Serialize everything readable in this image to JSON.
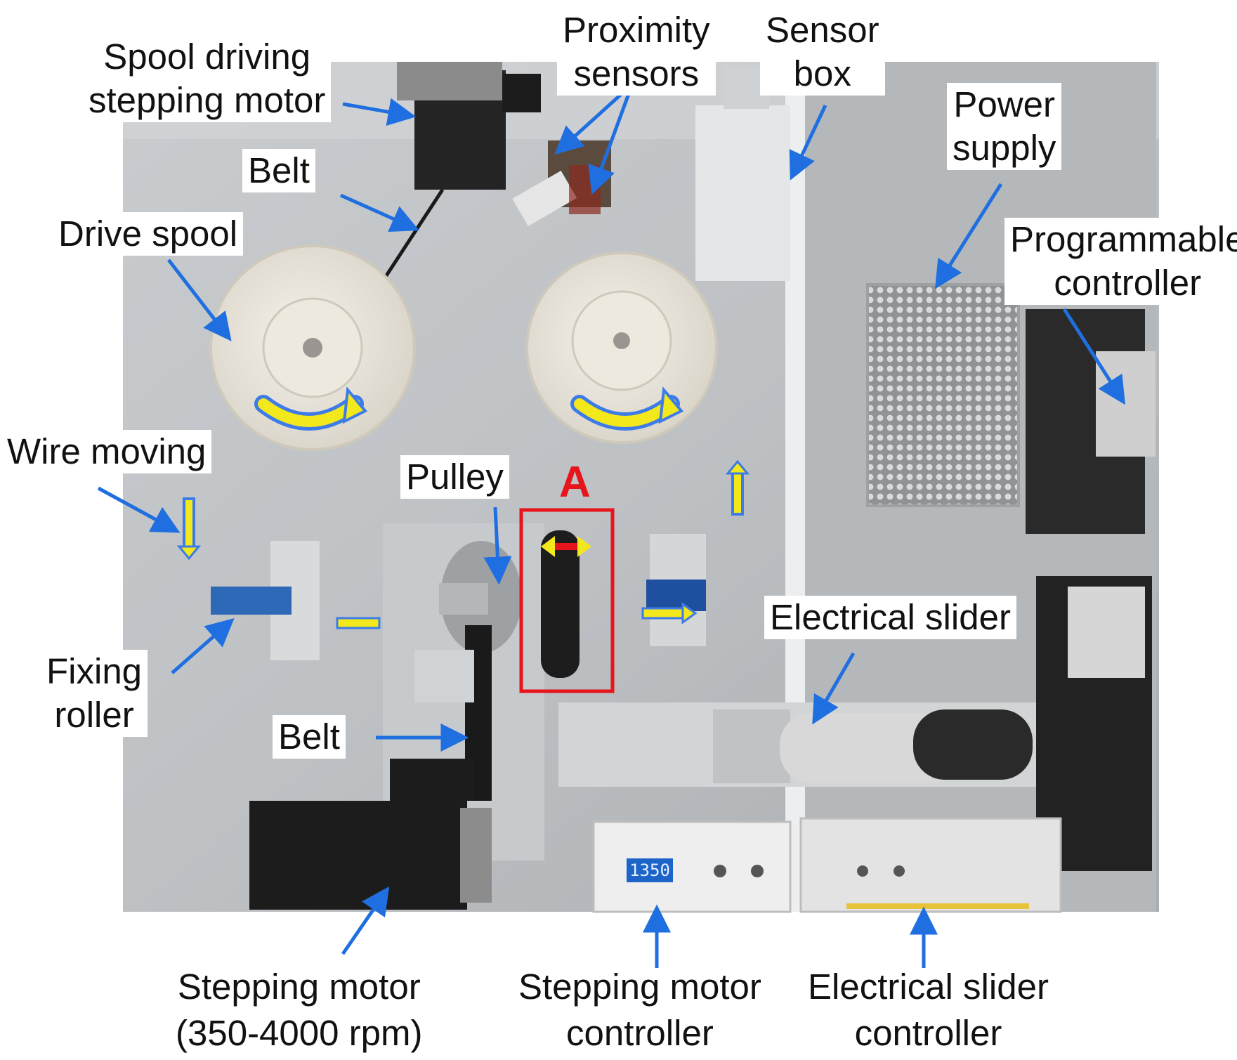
{
  "colors": {
    "annotation_arrow": "#1f6fe0",
    "motion_arrow": "#f3e81c",
    "highlight_box": "#e8141c",
    "panel": "#bfc3c6"
  },
  "labels": {
    "spool_driving_motor": [
      "Spool driving",
      "stepping motor"
    ],
    "proximity_sensors": [
      "Proximity",
      "sensors"
    ],
    "sensor_box": [
      "Sensor",
      "box"
    ],
    "power_supply": [
      "Power",
      "supply"
    ],
    "belt_top": "Belt",
    "drive_spool": "Drive spool",
    "programmable_controller": [
      "Programmable",
      "controller"
    ],
    "wire_moving": "Wire moving",
    "pulley": "Pulley",
    "region_marker": "A",
    "electrical_slider": "Electrical  slider",
    "fixing_roller": [
      "Fixing",
      "roller"
    ],
    "belt_bottom": "Belt",
    "stepping_motor": [
      "Stepping motor",
      "(350-4000 rpm)"
    ],
    "stepping_motor_controller": [
      "Stepping motor",
      "controller"
    ],
    "electrical_slider_controller": [
      "Electrical  slider",
      "controller"
    ]
  },
  "display_readout": "1350"
}
